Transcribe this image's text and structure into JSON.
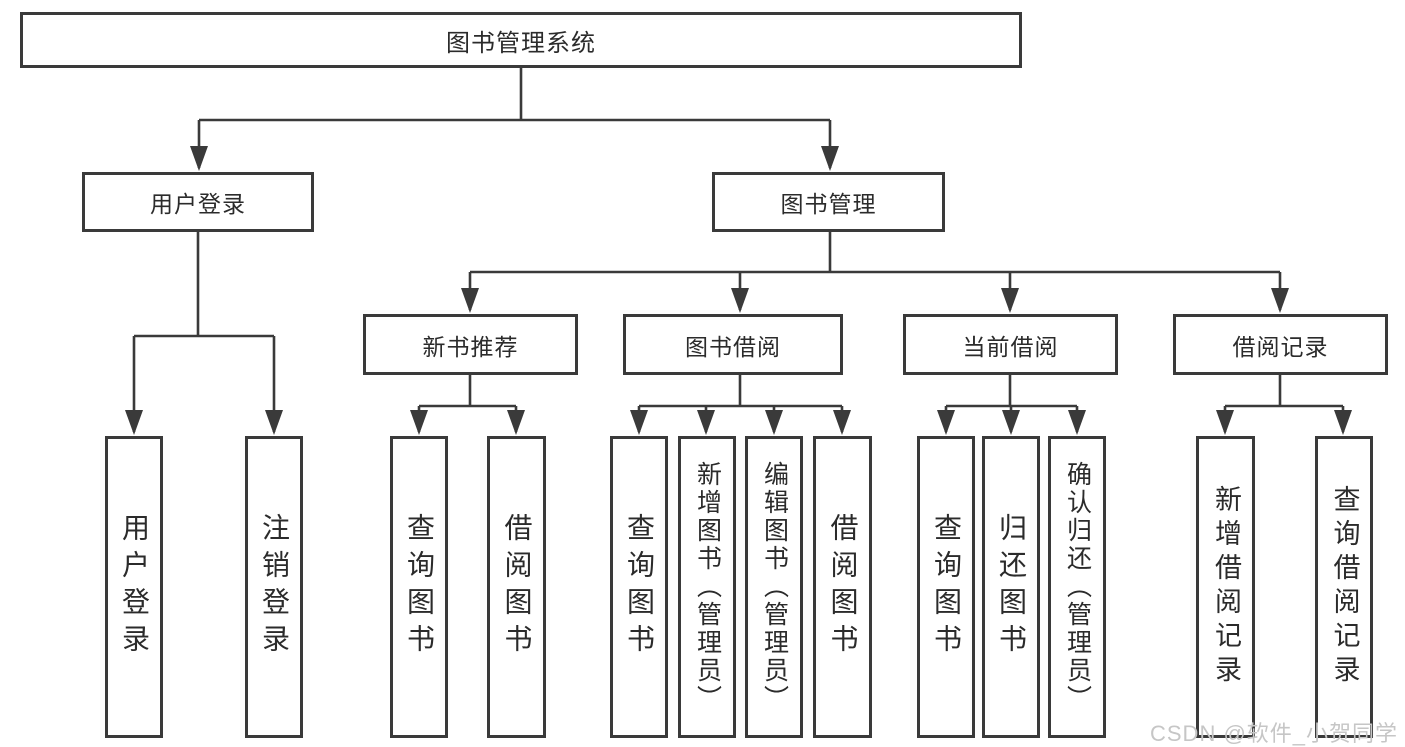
{
  "diagram": {
    "root": {
      "label": "图书管理系统"
    },
    "branches": [
      {
        "label": "用户登录",
        "children": [
          {
            "label": "用户登录"
          },
          {
            "label": "注销登录"
          }
        ]
      },
      {
        "label": "图书管理",
        "groups": [
          {
            "label": "新书推荐",
            "children": [
              {
                "label": "查询图书"
              },
              {
                "label": "借阅图书"
              }
            ]
          },
          {
            "label": "图书借阅",
            "children": [
              {
                "label": "查询图书"
              },
              {
                "label": "新增图书（管理员）"
              },
              {
                "label": "编辑图书（管理员）"
              },
              {
                "label": "借阅图书"
              }
            ]
          },
          {
            "label": "当前借阅",
            "children": [
              {
                "label": "查询图书"
              },
              {
                "label": "归还图书"
              },
              {
                "label": "确认归还（管理员）"
              }
            ]
          },
          {
            "label": "借阅记录",
            "children": [
              {
                "label": "新增借阅记录"
              },
              {
                "label": "查询借阅记录"
              }
            ]
          }
        ]
      }
    ],
    "watermark": "CSDN @软件_小贺同学",
    "colors": {
      "line": "#3a3a3a",
      "text": "#2b2b2b",
      "background": "#ffffff",
      "watermark": "#c6c6c6"
    }
  }
}
